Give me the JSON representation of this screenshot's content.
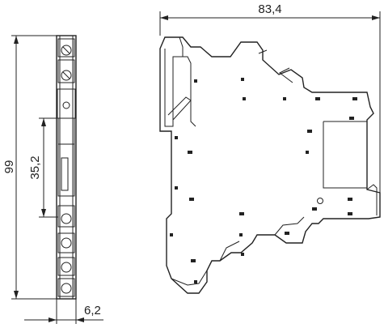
{
  "dimensions": {
    "width_label": "83,4",
    "height_label": "99",
    "inner_height_label": "35,2",
    "thickness_label": "6,2"
  },
  "colors": {
    "line": "#222222",
    "background": "#ffffff"
  }
}
